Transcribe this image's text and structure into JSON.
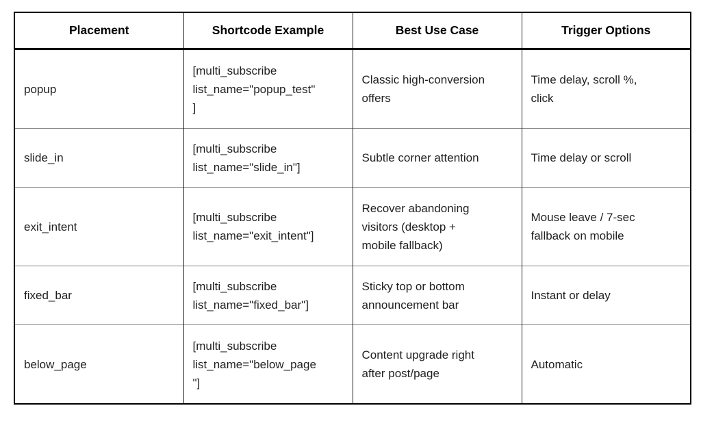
{
  "table": {
    "columns": [
      {
        "label": "Placement"
      },
      {
        "label": "Shortcode Example"
      },
      {
        "label": "Best Use Case"
      },
      {
        "label": "Trigger Options"
      }
    ],
    "rows": [
      {
        "placement": "popup",
        "shortcode": "[multi_subscribe\nlist_name=\"popup_test\"\n]",
        "best_use_case": "Classic high-conversion\noffers",
        "trigger_options": "Time delay, scroll %,\nclick"
      },
      {
        "placement": "slide_in",
        "shortcode": "[multi_subscribe\nlist_name=\"slide_in\"]",
        "best_use_case": "Subtle corner attention",
        "trigger_options": "Time delay or scroll"
      },
      {
        "placement": "exit_intent",
        "shortcode": "[multi_subscribe\nlist_name=\"exit_intent\"]",
        "best_use_case": "Recover abandoning\nvisitors (desktop +\nmobile fallback)",
        "trigger_options": "Mouse leave / 7-sec\nfallback on mobile"
      },
      {
        "placement": "fixed_bar",
        "shortcode": "[multi_subscribe\nlist_name=\"fixed_bar\"]",
        "best_use_case": "Sticky top or bottom\nannouncement bar",
        "trigger_options": "Instant or delay"
      },
      {
        "placement": "below_page",
        "shortcode": "[multi_subscribe\nlist_name=\"below_page\n\"]",
        "best_use_case": "Content upgrade right\nafter post/page",
        "trigger_options": "Automatic"
      }
    ]
  },
  "colors": {
    "outer_border": "#000000",
    "column_border": "#1f1f1f",
    "row_border": "#7f7f7f",
    "text": "#1f1f1f",
    "background": "#ffffff"
  }
}
